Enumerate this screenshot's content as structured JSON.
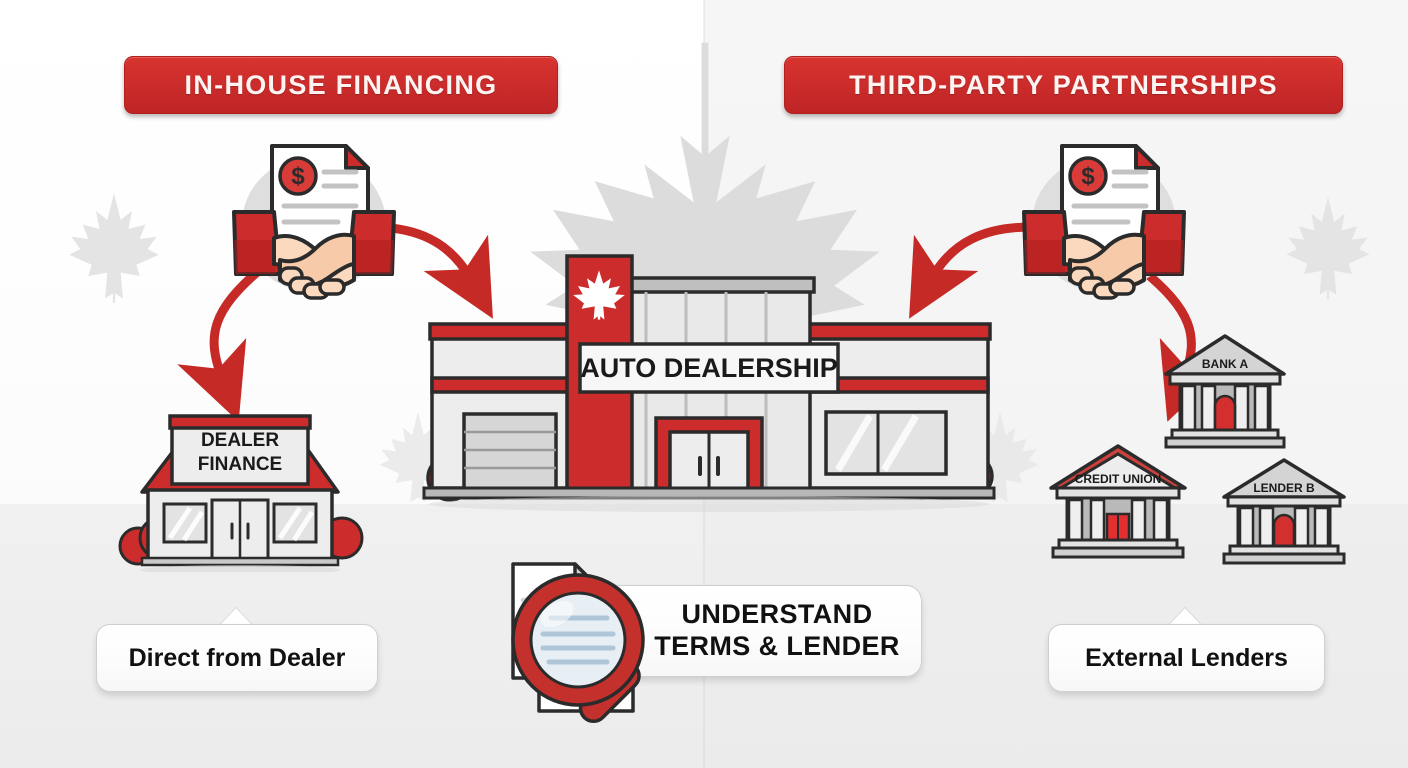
{
  "meta": {
    "title": "Auto Financing Options Infographic",
    "theme_color_red": "#CC2C2C",
    "theme_color_red_dark": "#A81C1C",
    "theme_color_grey": "#D9D9D9",
    "background_top": "#FDFDFD",
    "background_ground": "#EEEEEE"
  },
  "headers": {
    "left_banner": "IN-HOUSE FINANCING",
    "right_banner": "THIRD-PARTY PARTNERSHIPS"
  },
  "center": {
    "dealership_sign": "AUTO DEALERSHIP",
    "flag_icon": "maple-leaf-icon"
  },
  "left_branch": {
    "handshake_icon": "handshake-contract-icon",
    "contract_badge": "$",
    "building_sign_line1": "DEALER",
    "building_sign_line2": "FINANCE",
    "callout": "Direct from Dealer",
    "arrow_down_icon": "arrow-curve-down-icon",
    "arrow_to_center_icon": "arrow-curve-right-icon"
  },
  "right_branch": {
    "handshake_icon": "handshake-contract-icon",
    "contract_badge": "$",
    "banks": [
      {
        "name": "BANK A",
        "roof": "grey"
      },
      {
        "name": "CREDIT UNION",
        "roof": "red"
      },
      {
        "name": "LENDER B",
        "roof": "grey"
      }
    ],
    "callout": "External Lenders",
    "arrow_down_icon": "arrow-curve-down-icon",
    "arrow_to_center_icon": "arrow-curve-left-icon"
  },
  "bottom_center": {
    "magnifier_icon": "magnifying-glass-document-icon",
    "callout_line1": "UNDERSTAND",
    "callout_line2": "TERMS & LENDER"
  }
}
